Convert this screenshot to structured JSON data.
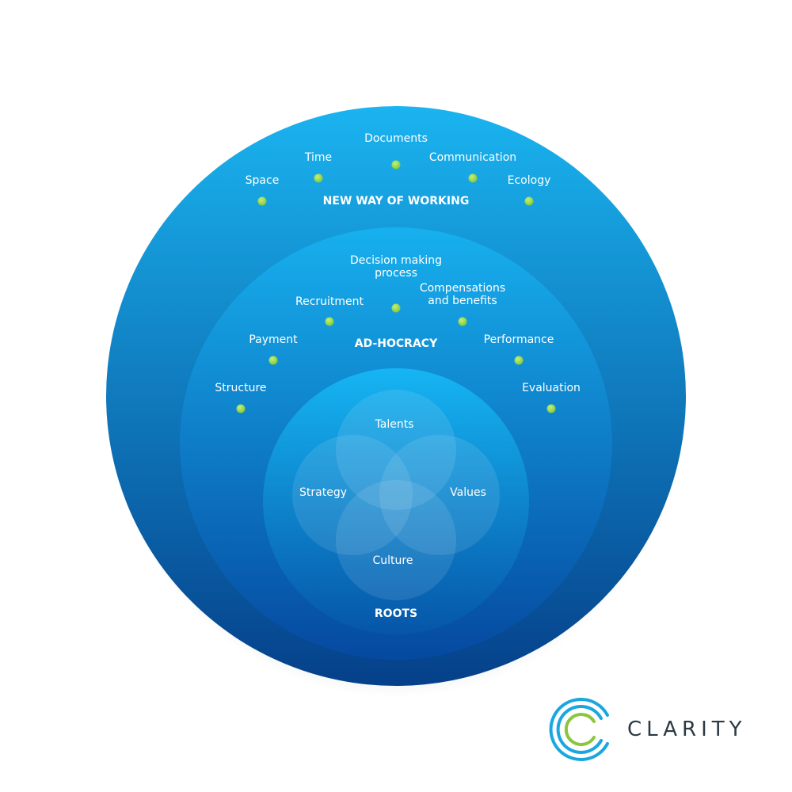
{
  "colors": {
    "outer_top": "#1ab4f0",
    "outer_bottom": "#05408a",
    "dot": "#7ec832",
    "logo_blue": "#1aa7e0",
    "logo_green": "#8cc63f"
  },
  "outer_ring": {
    "title": "NEW WAY OF WORKING",
    "items": [
      "Space",
      "Time",
      "Documents",
      "Communication",
      "Ecology"
    ]
  },
  "middle_ring": {
    "title": "AD-HOCRACY",
    "items": [
      [
        "Structure"
      ],
      [
        "Payment"
      ],
      [
        "Recruitment"
      ],
      [
        "Decision making",
        "process"
      ],
      [
        "Compensations",
        "and benefits"
      ],
      [
        "Performance"
      ],
      [
        "Evaluation"
      ]
    ]
  },
  "inner_ring": {
    "title": "ROOTS",
    "petals": [
      "Talents",
      "Strategy",
      "Values",
      "Culture"
    ]
  },
  "brand": {
    "name": "CLARITY",
    "logo_icon": "concentric-c-logo-icon"
  }
}
